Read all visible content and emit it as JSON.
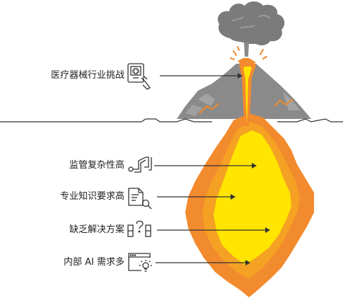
{
  "labels": {
    "challenges": "医疗器械行业挑战",
    "regulation": "监管复杂性高",
    "expertise": "专业知识要求高",
    "solutions": "缺乏解决方案",
    "internal_ai": "内部 AI 需求多"
  },
  "icons": {
    "challenges": "tablet-medical-hand-icon",
    "regulation": "tangled-pipe-icon",
    "expertise": "document-search-icon",
    "solutions": "question-between-bars-icon",
    "internal_ai": "browser-lightbulb-icon"
  },
  "colors": {
    "outer_orange": "#F28A2E",
    "inner_bright_orange": "#F5A123",
    "core_yellow": "#FFE500",
    "mountain_gray": "#8A8A8A",
    "mountain_light": "#B5B5B5",
    "smoke_gray": "#7B7B7B",
    "lava_orange": "#F28A2E",
    "text": "#222222",
    "line": "#333333"
  }
}
